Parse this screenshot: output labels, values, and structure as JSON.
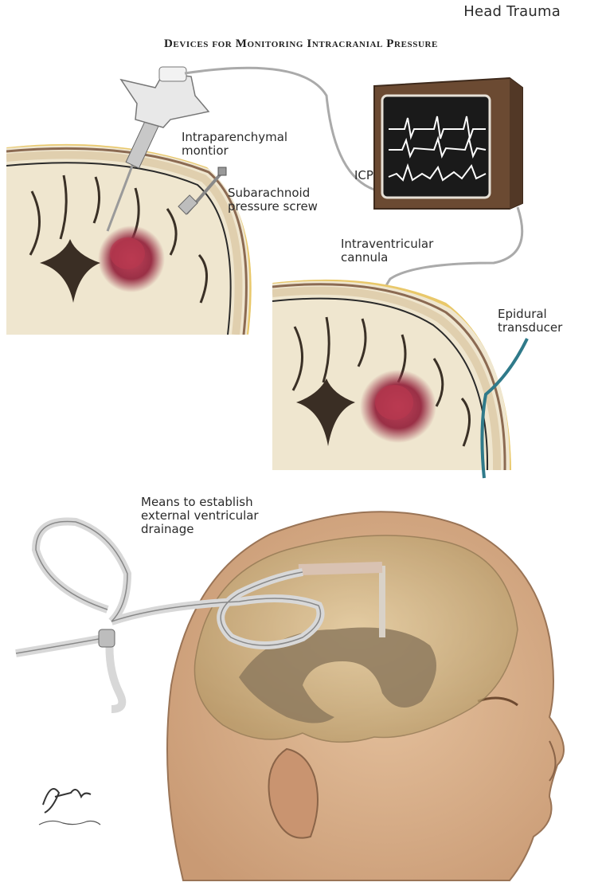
{
  "running_head": "Head Trauma",
  "title": "Devices for Monitoring Intracranial Pressure",
  "labels": {
    "intraparenchymal": [
      "Intraparenchymal",
      "montior"
    ],
    "subarachnoid": [
      "Subarachnoid",
      "pressure screw"
    ],
    "icp": "ICP",
    "intraventricular": [
      "Intraventricular",
      "cannula"
    ],
    "epidural": [
      "Epidural",
      "transducer"
    ],
    "drainage": [
      "Means to establish",
      "external ventricular",
      "drainage"
    ]
  },
  "signature": "F. Netter M.D.",
  "colors": {
    "bone": "#e8dcc0",
    "scalp_yellow": "#e9c86a",
    "brain_tissue": "#e6dcc4",
    "hemorrhage": "#a8324a",
    "monitor_wood": "#6b4a32",
    "epidural_wire": "#2f7a8a",
    "skin": "#d8b08c"
  },
  "icons": [
    "monitor-icon",
    "ecg-trace-icon",
    "catheter-icon",
    "screw-icon",
    "skull-section-icon",
    "head-profile-icon",
    "signature-icon"
  ]
}
